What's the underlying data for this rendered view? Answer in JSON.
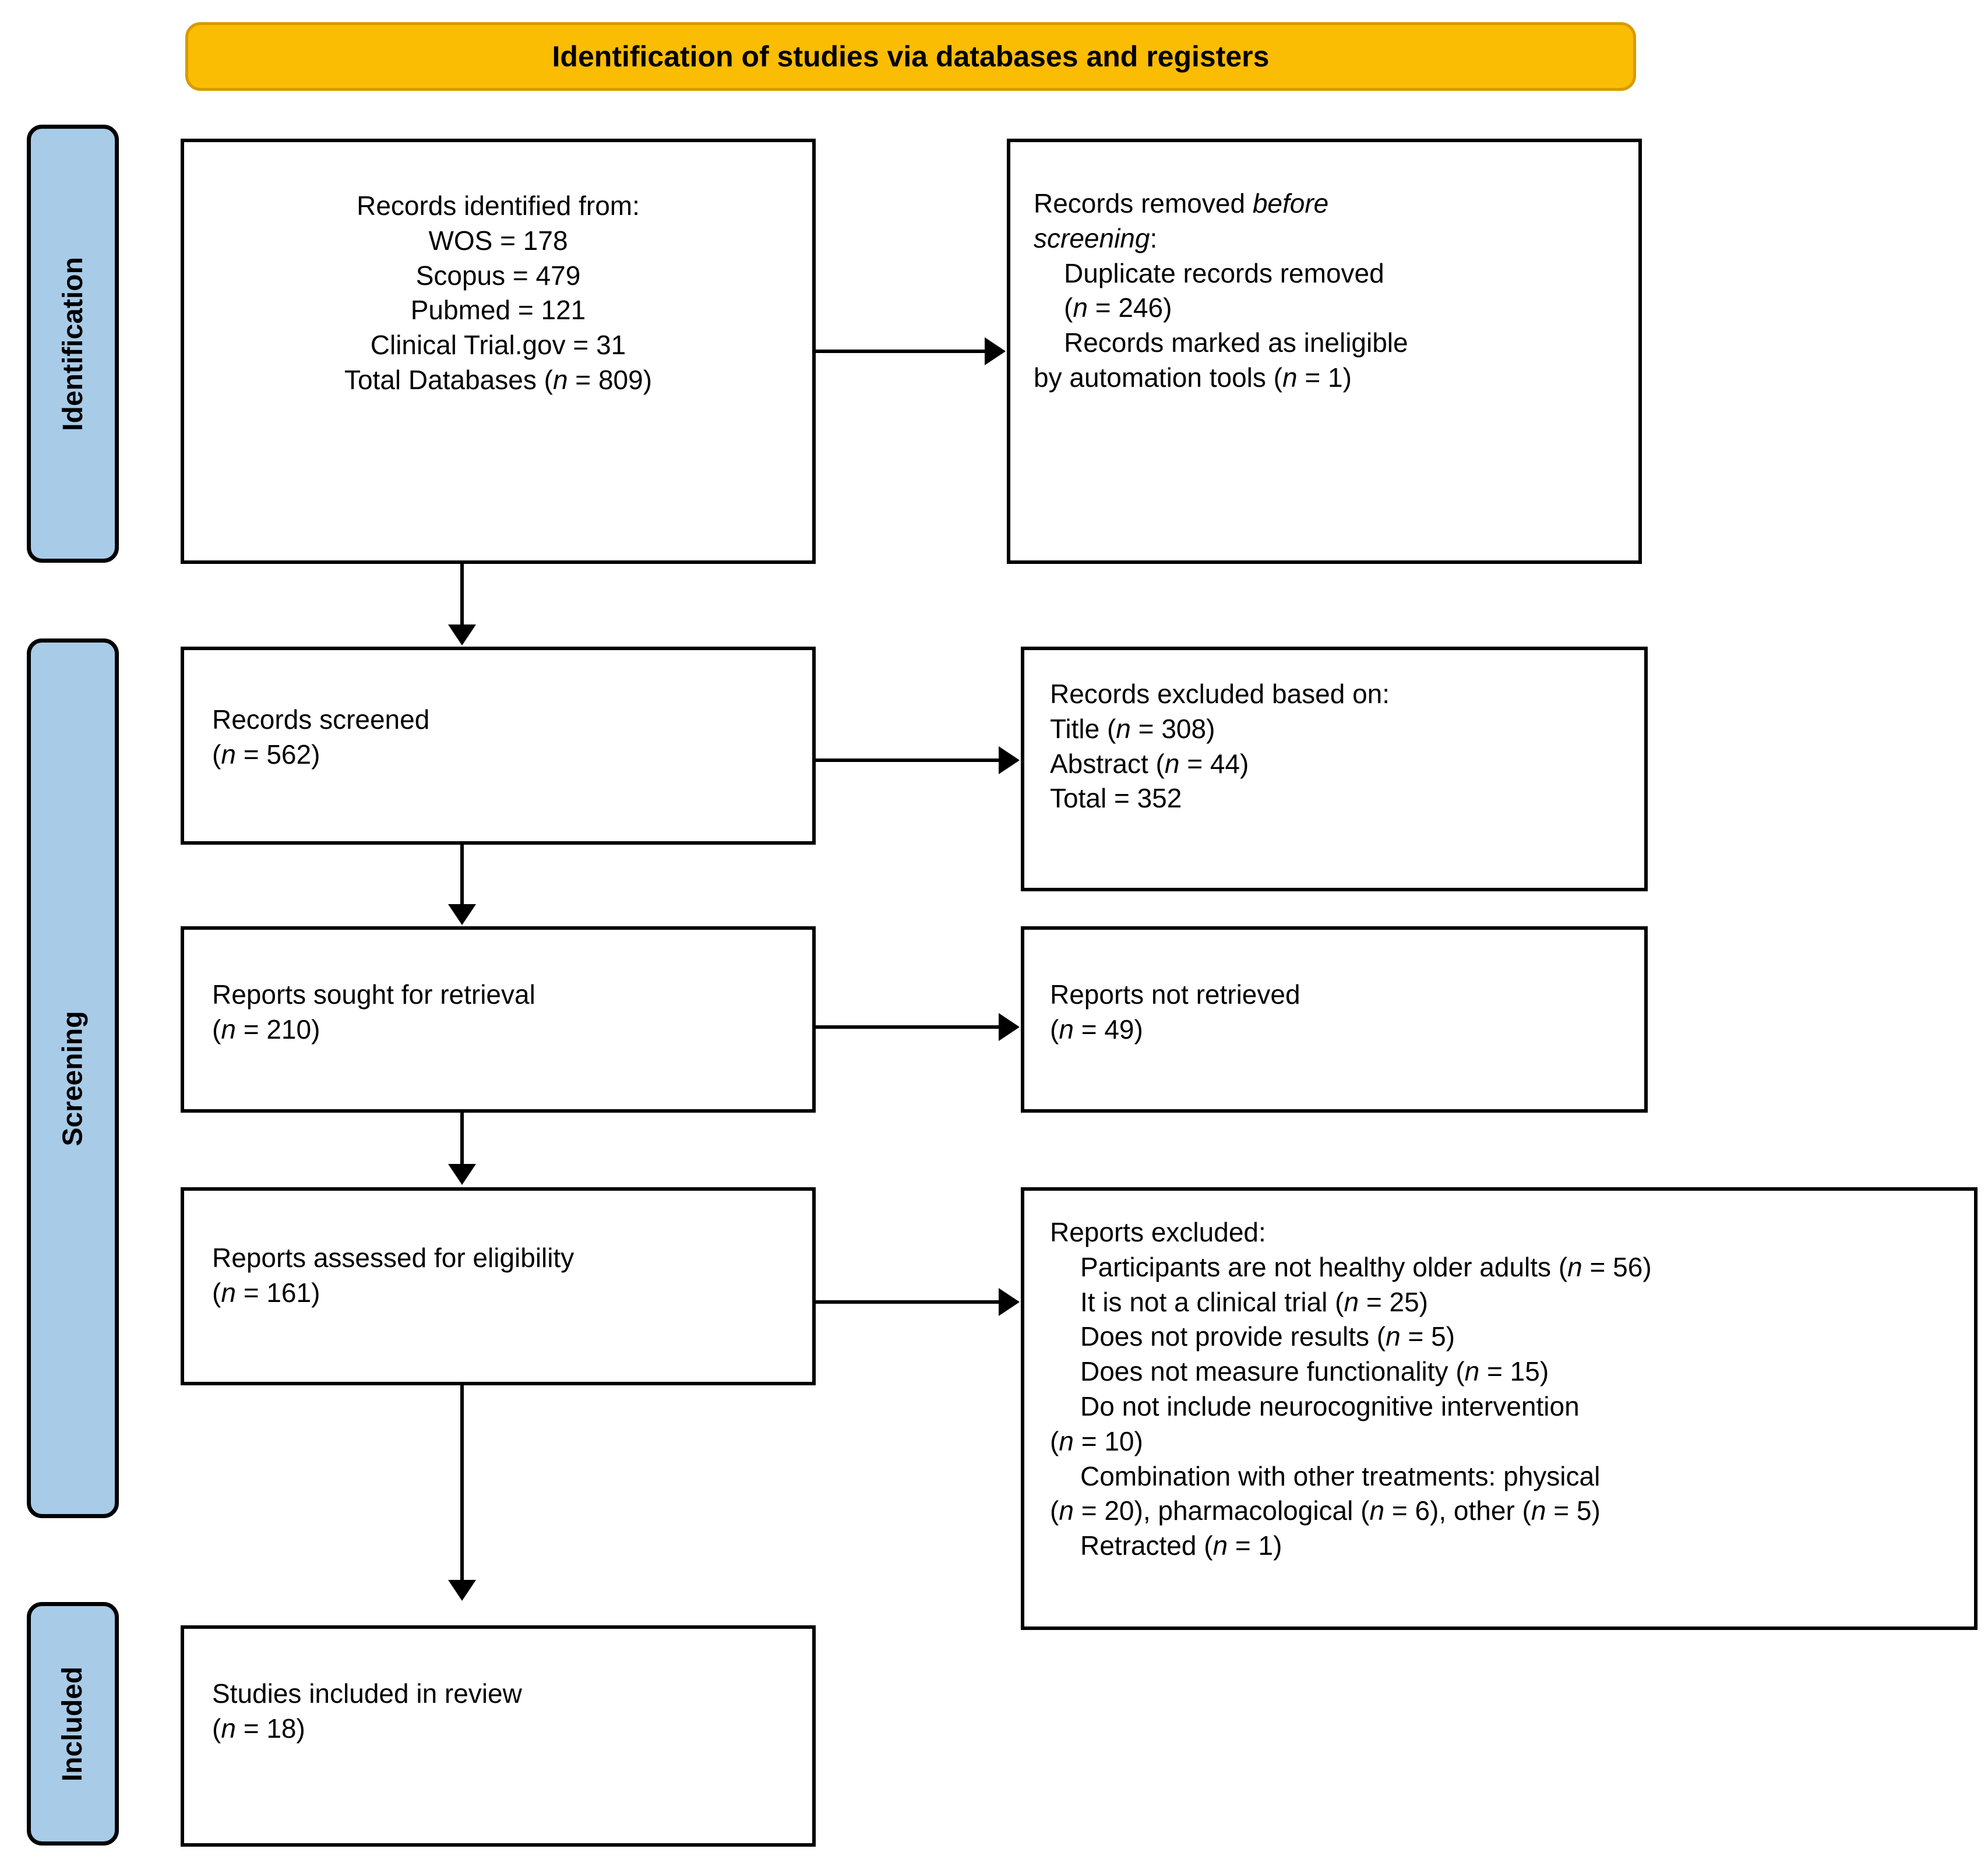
{
  "banner": {
    "title": "Identification of studies via databases and registers"
  },
  "stages": [
    {
      "key": "identification",
      "label": "Identification"
    },
    {
      "key": "screening",
      "label": "Screening"
    },
    {
      "key": "included",
      "label": "Included"
    }
  ],
  "boxes": {
    "identified": {
      "lines": [
        "Records identified from:",
        "WOS = 178",
        "Scopus = 479",
        "Pubmed = 121",
        "Clinical Trial.gov = 31",
        "Total Databases (n = 809)"
      ]
    },
    "removed": {
      "lines": [
        "Records removed before",
        "screening:",
        "Duplicate records removed",
        "(n = 246)",
        "Records marked as ineligible",
        "by automation tools (n = 1)"
      ]
    },
    "screened": {
      "lines": [
        "Records screened",
        "(n = 562)"
      ]
    },
    "excluded_screen": {
      "lines": [
        "Records excluded based on:",
        "Title (n = 308)",
        "Abstract (n = 44)",
        "Total = 352"
      ]
    },
    "sought": {
      "lines": [
        "Reports sought for retrieval",
        "(n = 210)"
      ]
    },
    "not_retrieved": {
      "lines": [
        "Reports not retrieved",
        "(n = 49)"
      ]
    },
    "assessed": {
      "lines": [
        "Reports assessed for eligibility",
        "(n = 161)"
      ]
    },
    "reports_excluded": {
      "lines": [
        "Reports excluded:",
        "Participants are not healthy older adults (n = 56)",
        "It is not a clinical trial (n = 25)",
        "Does not provide results (n = 5)",
        "Does not measure functionality (n = 15)",
        "Do not include neurocognitive intervention",
        "(n = 10)",
        "Combination with other treatments: physical",
        "(n = 20), pharmacological (n = 6), other (n = 5)",
        "Retracted (n = 1)"
      ]
    },
    "included": {
      "lines": [
        "Studies included in review",
        "(n = 18)"
      ]
    }
  },
  "colors": {
    "banner_fill": "#FBBC04",
    "banner_border": "#D79B00",
    "stage_fill": "#A8CBE8",
    "box_border": "#000000",
    "text": "#000000"
  }
}
